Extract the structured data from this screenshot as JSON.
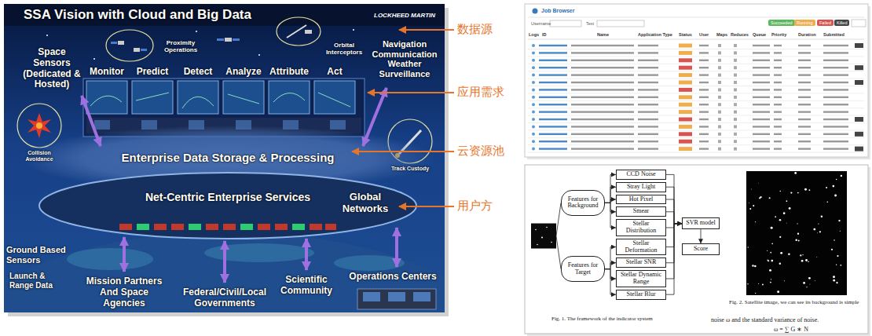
{
  "diagram": {
    "nodes": [
      {
        "text": [
          "Features for Background"
        ]
      },
      {
        "text": [
          "CCD Noise"
        ]
      },
      {
        "text": [
          "Stray Light"
        ]
      },
      {
        "text": [
          "Hot Pixel"
        ]
      },
      {
        "text": [
          "Smear"
        ]
      },
      {
        "text": [
          "Stellar Distribution"
        ]
      },
      {
        "text": [
          "Features for Target"
        ]
      },
      {
        "text": [
          "Stellar Deformation"
        ]
      },
      {
        "text": [
          "Stellar SNR"
        ]
      },
      {
        "text": [
          "Stellar Dynamic Range"
        ]
      },
      {
        "text": [
          "Stellar Blur"
        ]
      },
      {
        "text": [
          "SVR model"
        ]
      },
      {
        "text": [
          "Score"
        ]
      }
    ],
    "edges": [
      {
        "from": 0,
        "to": 1,
        "arrow": "to"
      },
      {
        "from": 0,
        "to": 2,
        "arrow": "to"
      },
      {
        "from": 0,
        "to": 3,
        "arrow": "to"
      },
      {
        "from": 0,
        "to": 4,
        "arrow": "to"
      },
      {
        "from": 0,
        "to": 5,
        "arrow": "to"
      },
      {
        "from": 6,
        "to": 7,
        "arrow": "to"
      },
      {
        "from": 6,
        "to": 8,
        "arrow": "to"
      },
      {
        "from": 6,
        "to": 9,
        "arrow": "to"
      },
      {
        "from": 6,
        "to": 10,
        "arrow": "to"
      },
      {
        "from": 1,
        "to": 11,
        "arrow": "to"
      },
      {
        "from": 2,
        "to": 11,
        "arrow": "to"
      },
      {
        "from": 3,
        "to": 11,
        "arrow": "to"
      },
      {
        "from": 4,
        "to": 11,
        "arrow": "to"
      },
      {
        "from": 5,
        "to": 11,
        "arrow": "to"
      },
      {
        "from": 7,
        "to": 11,
        "arrow": "to"
      },
      {
        "from": 8,
        "to": 11,
        "arrow": "to"
      },
      {
        "from": 9,
        "to": 11,
        "arrow": "to"
      },
      {
        "from": 10,
        "to": 11,
        "arrow": "to"
      },
      {
        "from": 11,
        "to": 12,
        "arrow": "to"
      }
    ],
    "labels": [
      "SSA Vision with Cloud and Big Data",
      "LOCKHEED MARTIN",
      "Space Sensors (Dedicated & Hosted)",
      "Proximity Operations",
      "Orbital Interceptors",
      "Navigation Communication Weather Surveillance",
      "Monitor",
      "Predict",
      "Detect",
      "Analyze",
      "Attribute",
      "Act",
      "Collision Avoidance",
      "Track Custody",
      "Enterprise Data Storage & Processing",
      "Net-Centric Enterprise Services",
      "Global Networks",
      "Ground Based Sensors",
      "Launch & Range Data",
      "Mission Partners And Space Agencies",
      "Federal/Civil/Local Governments",
      "Scientific Community",
      "Operations Centers",
      "数据源",
      "应用需求",
      "云资源池",
      "用户方",
      "Job Browser",
      "Username",
      "Text",
      "Succeeded",
      "Running",
      "Failed",
      "Killed",
      "Logs",
      "ID",
      "Name",
      "Application Type",
      "Status",
      "User",
      "Maps",
      "Reduces",
      "Queue",
      "Priority",
      "Duration",
      "Submitted",
      "Fig. 1. The framework of the indicator system",
      "Fig. 2. Satellite image, we can see its background is simple",
      "noise ω and the standard variance of noise.",
      "ω = ∑ G ∗ N"
    ]
  }
}
